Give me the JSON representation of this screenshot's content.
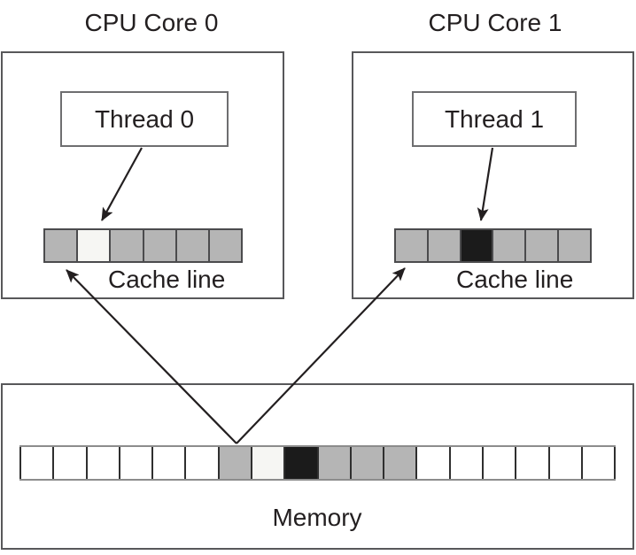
{
  "colors": {
    "gray": "#b5b5b5",
    "white": "#f6f6f3",
    "black": "#1b1b1b",
    "plain": "#ffffff"
  },
  "cores": [
    {
      "title": "CPU Core 0",
      "thread_label": "Thread 0",
      "cache_label": "Cache line",
      "cache_cells": [
        "gray",
        "white",
        "gray",
        "gray",
        "gray",
        "gray"
      ]
    },
    {
      "title": "CPU Core 1",
      "thread_label": "Thread 1",
      "cache_label": "Cache line",
      "cache_cells": [
        "gray",
        "gray",
        "black",
        "gray",
        "gray",
        "gray"
      ]
    }
  ],
  "memory": {
    "label": "Memory",
    "cells": [
      "plain",
      "plain",
      "plain",
      "plain",
      "plain",
      "plain",
      "gray",
      "white",
      "black",
      "gray",
      "gray",
      "gray",
      "plain",
      "plain",
      "plain",
      "plain",
      "plain",
      "plain"
    ]
  }
}
